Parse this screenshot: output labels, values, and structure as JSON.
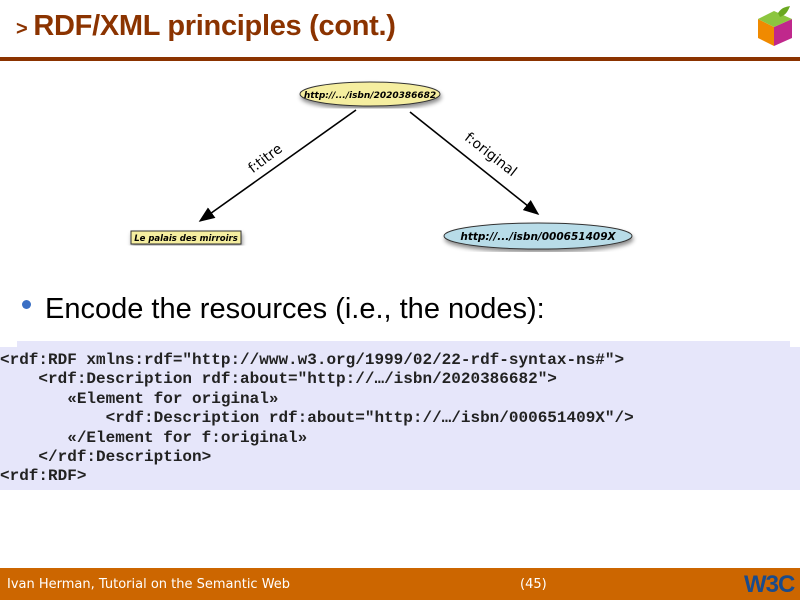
{
  "slide": {
    "title_marker": ">",
    "title": "RDF/XML principles (cont.)",
    "bullet": "Encode the resources (i.e., the nodes):"
  },
  "diagram": {
    "nodes": {
      "subject": "http://.../isbn/2020386682",
      "literal": "Le palais des mirroirs",
      "object": "http://.../isbn/000651409X"
    },
    "edges": {
      "titre": "f:titre",
      "original": "f:original"
    }
  },
  "code": {
    "lines": [
      "<rdf:RDF xmlns:rdf=\"http://www.w3.org/1999/02/22-rdf-syntax-ns#\">",
      "    <rdf:Description rdf:about=\"http://…/isbn/2020386682\">",
      "       «Element for original»",
      "           <rdf:Description rdf:about=\"http://…/isbn/000651409X\"/>",
      "       «/Element for f:original»",
      "    </rdf:Description>",
      "<rdf:RDF>"
    ]
  },
  "footer": {
    "author": "Ivan Herman, Tutorial on the Semantic Web",
    "page": "(45)",
    "logo": "W3C"
  },
  "colors": {
    "title": "#8b3300",
    "footer_bg": "#cc6600",
    "code_bg": "#e6e6fa",
    "subject_node": "#f5eea0",
    "object_node": "#b8dce8"
  }
}
